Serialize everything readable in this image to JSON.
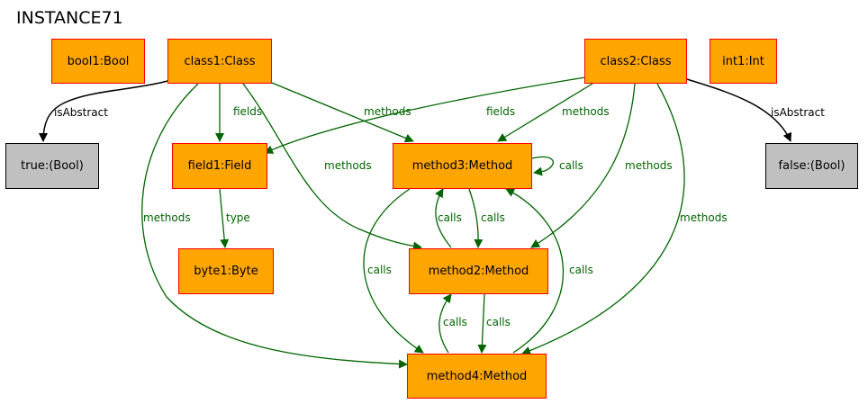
{
  "title": "INSTANCE71",
  "nodes": {
    "bool1": "bool1:Bool",
    "class1": "class1:Class",
    "class2": "class2:Class",
    "int1": "int1:Int",
    "true": "true:(Bool)",
    "false": "false:(Bool)",
    "field1": "field1:Field",
    "method3": "method3:Method",
    "byte1": "byte1:Byte",
    "method2": "method2:Method",
    "method4": "method4:Method"
  },
  "edges": {
    "isAbstract": "isAbstract",
    "fields": "fields",
    "methods": "methods",
    "type": "type",
    "calls": "calls"
  },
  "colors": {
    "node_fill": "#ffa500",
    "node_border": "#ff0000",
    "literal_fill": "#c0c0c0",
    "edge_green": "#006400",
    "edge_black": "#000000"
  }
}
